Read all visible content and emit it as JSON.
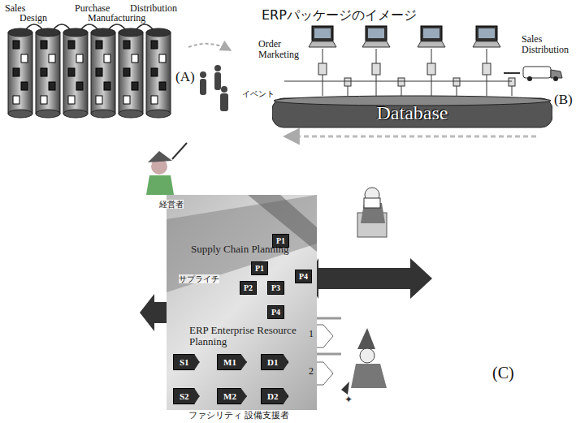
{
  "diagram": {
    "nodes": [
      {
        "text": [
          "Database"
        ]
      },
      {
        "text": [
          "Supply Chain Planning",
          "ERP Enterprise Resource Planning"
        ]
      },
      {
        "text": [
          "P1"
        ],
        "in": 1
      },
      {
        "text": [
          "P1"
        ],
        "in": 1
      },
      {
        "text": [
          "P2"
        ],
        "in": 1
      },
      {
        "text": [
          "P3"
        ],
        "in": 1
      },
      {
        "text": [
          "P4"
        ],
        "in": 1
      },
      {
        "text": [
          "P4"
        ],
        "in": 1
      },
      {
        "text": [
          "S1"
        ],
        "in": 1
      },
      {
        "text": [
          "M1"
        ],
        "in": 1
      },
      {
        "text": [
          "D1"
        ],
        "in": 1
      },
      {
        "text": [
          "S2"
        ],
        "in": 1
      },
      {
        "text": [
          "M2"
        ],
        "in": 1
      },
      {
        "text": [
          "D2"
        ],
        "in": 1
      }
    ],
    "labels": [
      "Sales",
      "Design",
      "Purchase",
      "Manufacturing",
      "Distribution",
      "(A)",
      "ERPパッケージのイメージ",
      "Order Marketing",
      "Sales Distribution",
      "イベント",
      "(B)",
      "経営者",
      "サプライチ",
      "1",
      "2",
      "ファシリティ 設備支援者",
      "(C)"
    ]
  }
}
